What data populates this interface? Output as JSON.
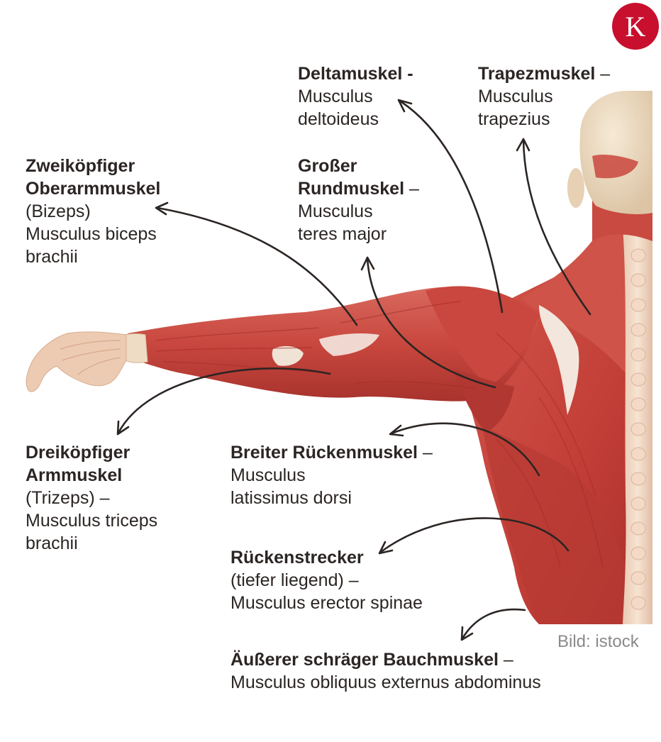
{
  "logo": {
    "letter": "K",
    "color": "#c8102e"
  },
  "credit": "Bild: istock",
  "colors": {
    "text": "#2b2523",
    "muscle": "#c8473e",
    "muscle_dark": "#9e2c27",
    "tendon": "#f2e2d6",
    "skin": "#eedcc4"
  },
  "labels": {
    "deltoid": {
      "title": "Deltamuskel -",
      "lines": [
        "Musculus",
        "deltoideus"
      ]
    },
    "trapezius": {
      "title": "Trapezmuskel",
      "dash": " –",
      "lines": [
        "Musculus",
        "trapezius"
      ]
    },
    "biceps": {
      "title1": "Zweiköpfiger",
      "title2": "Oberarmmuskel",
      "lines": [
        "(Bizeps)",
        "Musculus biceps",
        "brachii"
      ]
    },
    "teres": {
      "title1": "Großer",
      "title2": "Rundmuskel",
      "dash": " –",
      "lines": [
        "Musculus",
        "teres major"
      ]
    },
    "triceps": {
      "title1": "Dreiköpfiger",
      "title2": "Armmuskel",
      "lines": [
        "(Trizeps) –",
        "Musculus triceps",
        "brachii"
      ]
    },
    "latissimus": {
      "title": "Breiter Rückenmuskel",
      "dash": " –",
      "lines": [
        "Musculus",
        "latissimus dorsi"
      ]
    },
    "erector": {
      "title": "Rückenstrecker",
      "lines": [
        "(tiefer liegend) –",
        "Musculus erector spinae"
      ]
    },
    "obliquus": {
      "title": "Äußerer schräger Bauchmuskel",
      "dash": " –",
      "lines": [
        "Musculus obliquus externus abdominus"
      ]
    }
  },
  "arrows": [
    {
      "name": "arrow-deltoid"
    },
    {
      "name": "arrow-trapezius"
    },
    {
      "name": "arrow-biceps"
    },
    {
      "name": "arrow-teres"
    },
    {
      "name": "arrow-triceps"
    },
    {
      "name": "arrow-latissimus"
    },
    {
      "name": "arrow-erector"
    },
    {
      "name": "arrow-obliquus"
    }
  ]
}
